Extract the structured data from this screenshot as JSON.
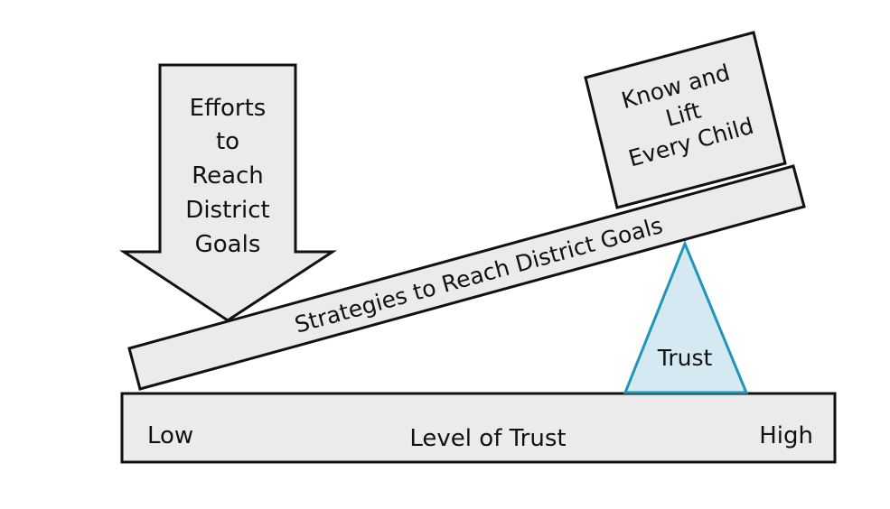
{
  "diagram": {
    "arrow": {
      "lines": [
        "Efforts",
        "to",
        "Reach",
        "District",
        "Goals"
      ],
      "fill": "#ebebeb",
      "stroke": "#111111"
    },
    "box": {
      "lines": [
        "Know and",
        "Lift",
        "Every Child"
      ],
      "fill": "#ebebeb"
    },
    "plank": {
      "label": "Strategies to Reach District Goals",
      "fill": "#ebebeb"
    },
    "fulcrum": {
      "label": "Trust",
      "fill": "#d5e9f3",
      "stroke": "#1f95b8"
    },
    "base": {
      "left_label": "Low",
      "center_label": "Level of Trust",
      "right_label": "High",
      "fill": "#ebebeb"
    }
  }
}
